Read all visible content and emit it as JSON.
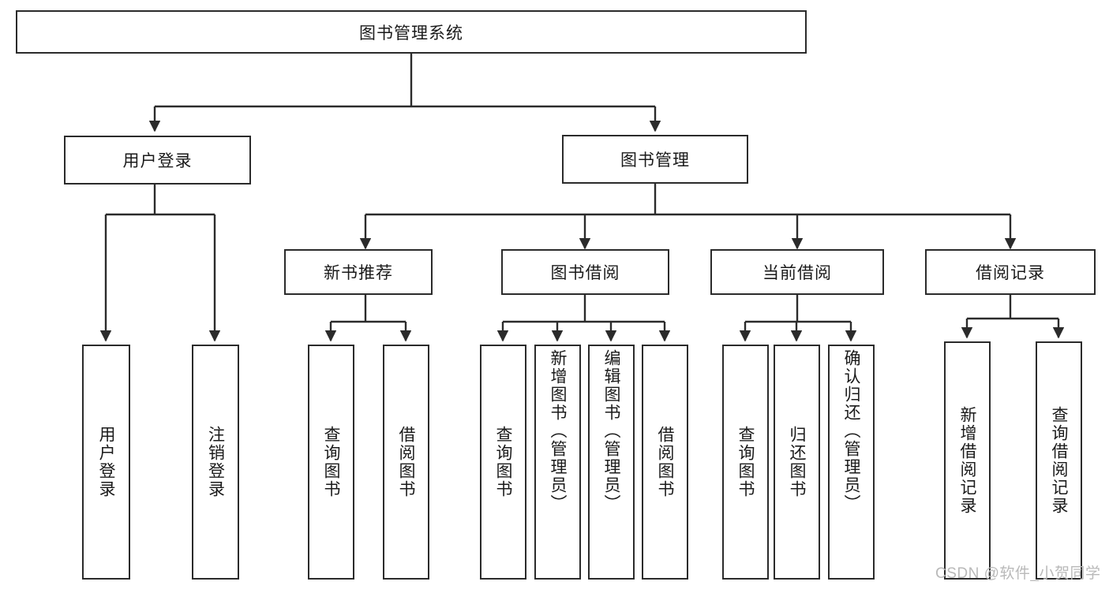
{
  "diagram": {
    "title": "图书管理系统",
    "type": "hierarchy-tree",
    "root": {
      "id": "root",
      "label": "图书管理系统"
    },
    "level2": [
      {
        "id": "user-login",
        "label": "用户登录"
      },
      {
        "id": "book-manage",
        "label": "图书管理"
      }
    ],
    "level3": [
      {
        "id": "new-book-rec",
        "label": "新书推荐"
      },
      {
        "id": "book-borrow",
        "label": "图书借阅"
      },
      {
        "id": "current-borrow",
        "label": "当前借阅"
      },
      {
        "id": "borrow-record",
        "label": "借阅记录"
      }
    ],
    "leaves": {
      "user_login": [
        {
          "id": "leaf-user-login",
          "label": "用户登录"
        },
        {
          "id": "leaf-logout-login",
          "label": "注销登录"
        }
      ],
      "new_book_rec": [
        {
          "id": "leaf-query-book-1",
          "label": "查询图书"
        },
        {
          "id": "leaf-borrow-book-1",
          "label": "借阅图书"
        }
      ],
      "book_borrow": [
        {
          "id": "leaf-query-book-2",
          "label": "查询图书"
        },
        {
          "id": "leaf-add-book",
          "label": "新增图书（管理员）"
        },
        {
          "id": "leaf-edit-book",
          "label": "编辑图书（管理员）"
        },
        {
          "id": "leaf-borrow-book-2",
          "label": "借阅图书"
        }
      ],
      "current_borrow": [
        {
          "id": "leaf-query-book-3",
          "label": "查询图书"
        },
        {
          "id": "leaf-return-book",
          "label": "归还图书"
        },
        {
          "id": "leaf-confirm-return",
          "label": "确认归还（管理员）"
        }
      ],
      "borrow_record": [
        {
          "id": "leaf-add-record",
          "label": "新增借阅记录"
        },
        {
          "id": "leaf-query-record",
          "label": "查询借阅记录"
        }
      ]
    },
    "watermark": "CSDN @软件_小贺同学",
    "colors": {
      "stroke": "#2b2b2b",
      "fill": "#ffffff",
      "text": "#1a1a1a",
      "watermark": "#b9b9b9"
    }
  }
}
